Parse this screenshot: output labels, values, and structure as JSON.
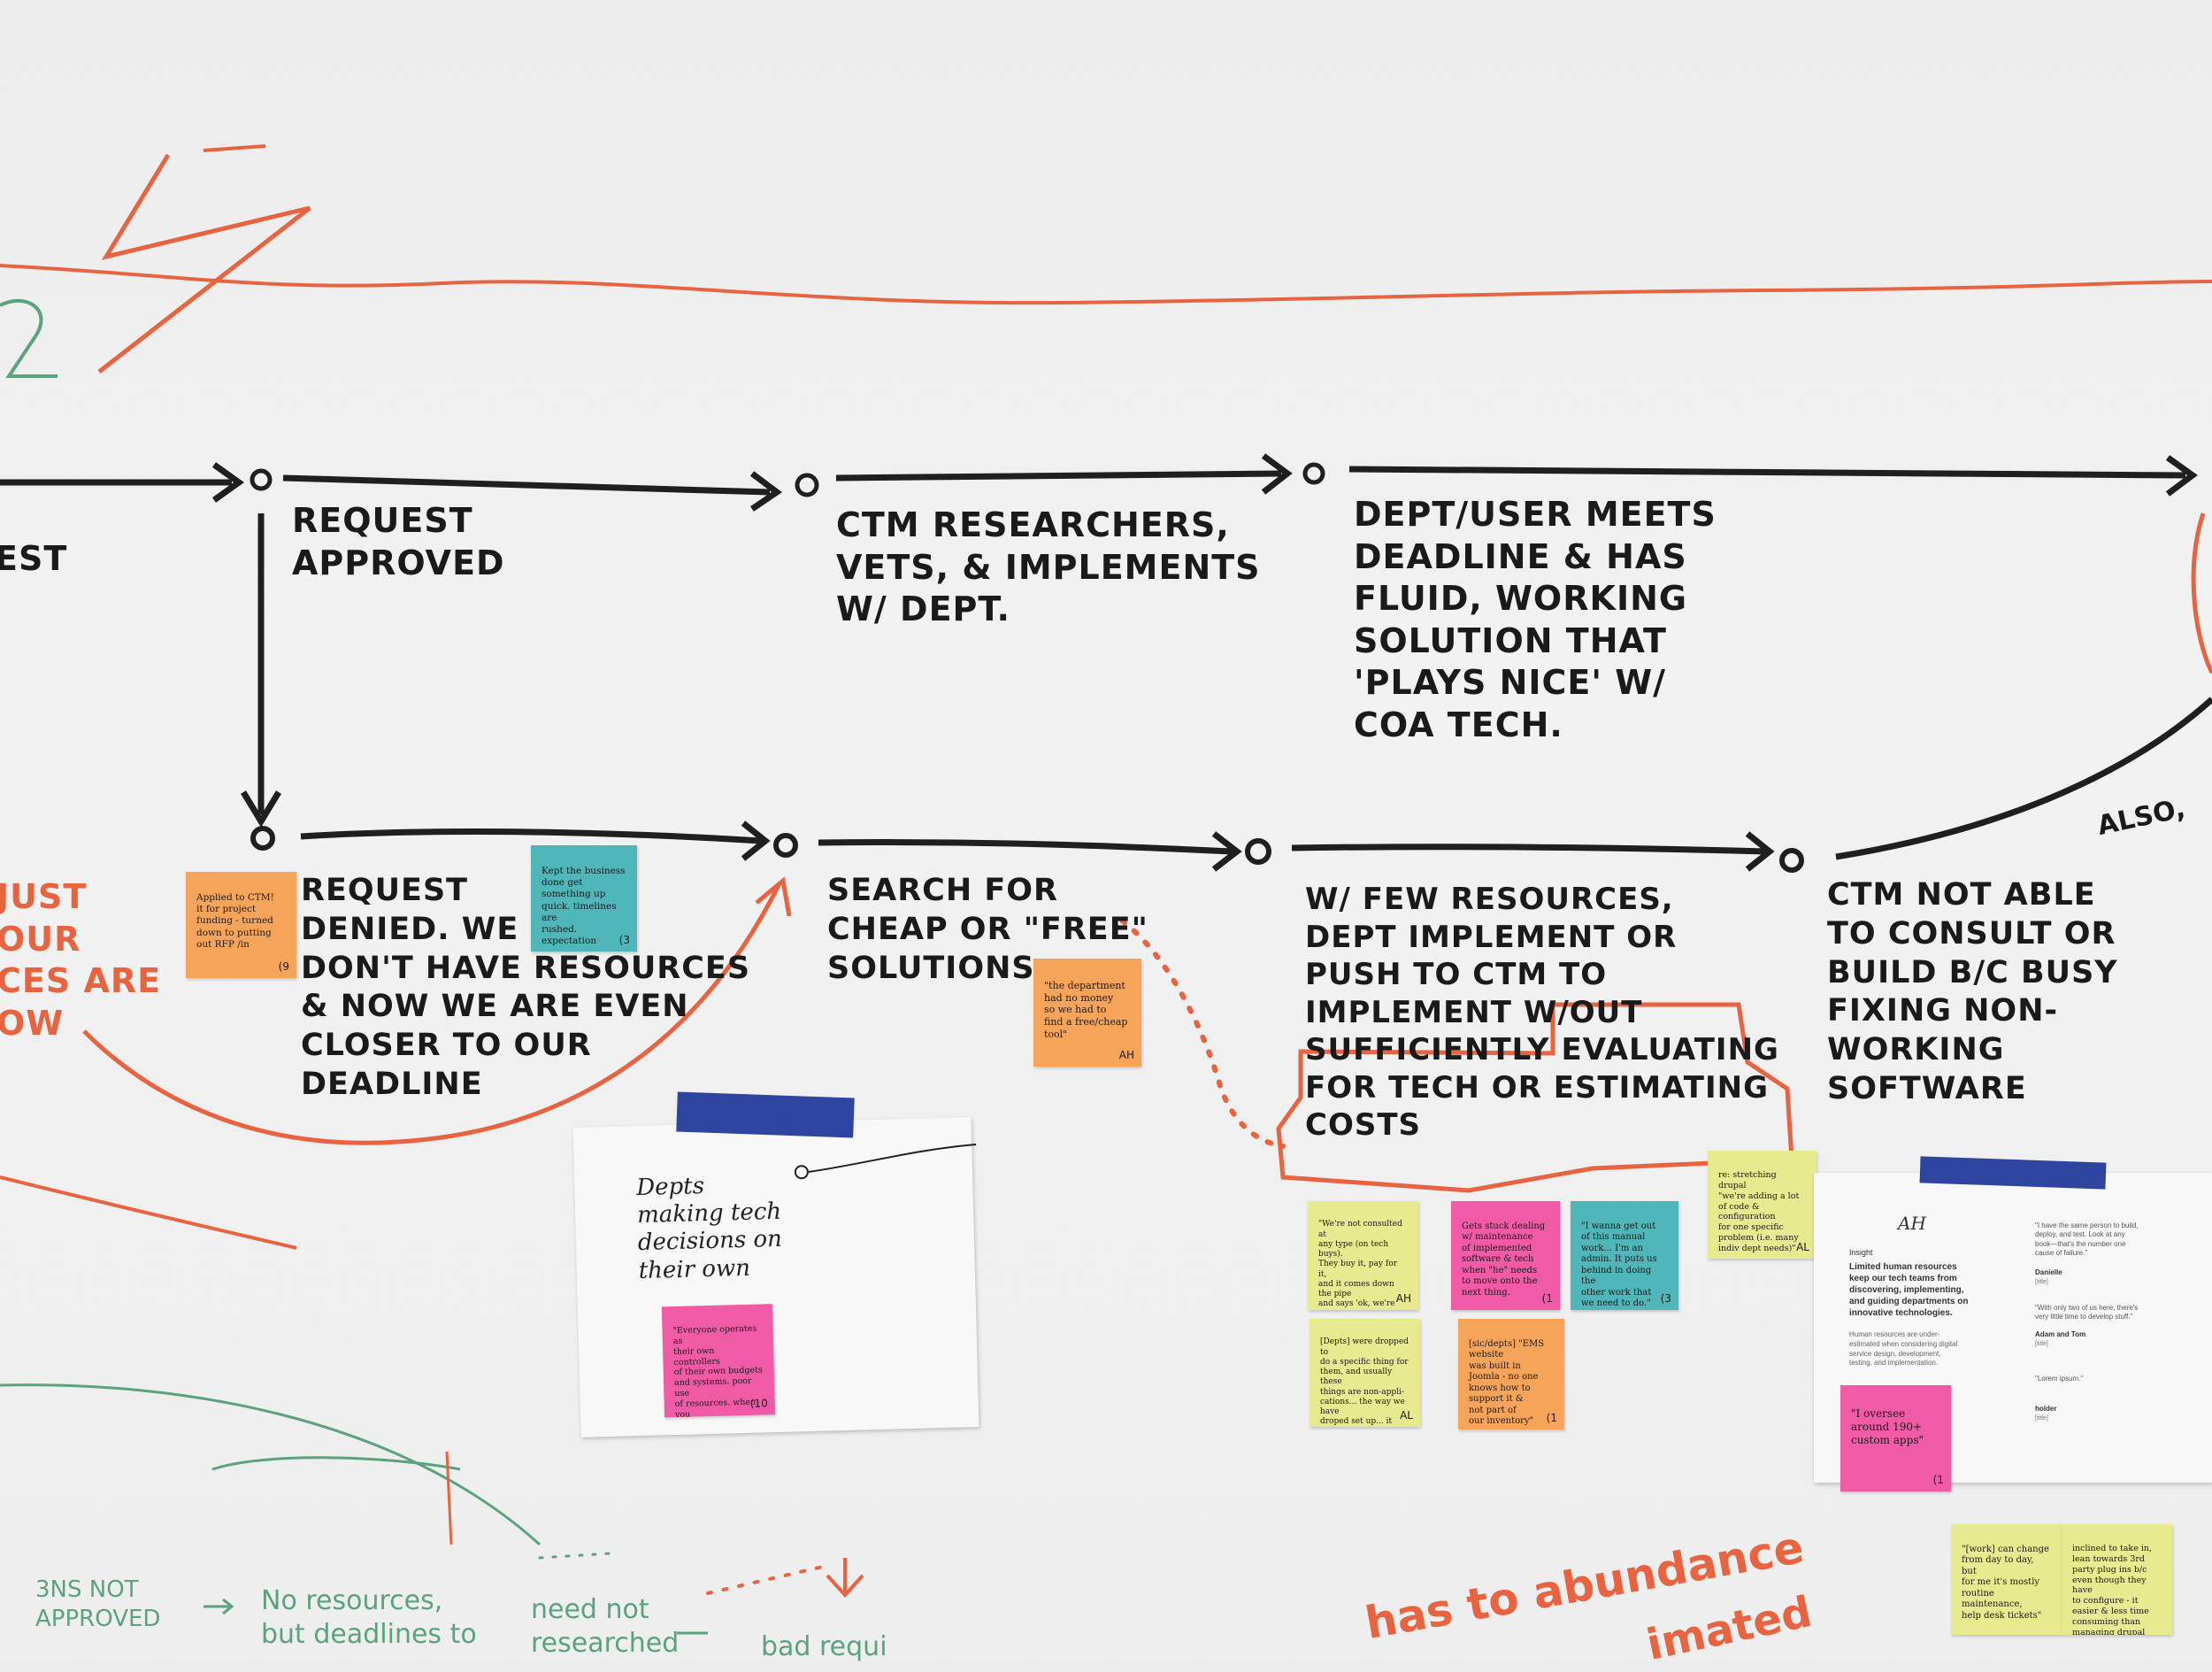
{
  "colors": {
    "marker_black": "#1f1f1f",
    "marker_red": "#e8633f",
    "marker_green": "#5aa37c",
    "sticky_orange": "#f6a45a",
    "sticky_teal": "#4fb6b9",
    "sticky_yellow": "#e7ea8e",
    "sticky_pink": "#f05aa6",
    "tape_blue": "#233a9a"
  },
  "top_row": {
    "partial_left": "EST",
    "step1": "REQUEST\nAPPROVED",
    "step2": "CTM RESEARCHERS,\nVETS, & IMPLEMENTS\nW/ DEPT.",
    "step3": "DEPT/USER MEETS\nDEADLINE & HAS\nFLUID, WORKING\nSOLUTION THAT\n'PLAYS NICE' W/\nCOA TECH."
  },
  "bottom_row": {
    "step1": "REQUEST\nDENIED. WE\nDON'T HAVE RESOURCES\n& NOW WE ARE EVEN\nCLOSER TO OUR\nDEADLINE",
    "step2": "SEARCH FOR\nCHEAP OR \"FREE\"\nSOLUTIONS",
    "step3": "W/ FEW RESOURCES,\nDEPT IMPLEMENT OR\nPUSH TO CTM TO\nIMPLEMENT W/OUT\nSUFFICIENTLY EVALUATING\nFOR TECH OR ESTIMATING\nCOSTS",
    "step4": "CTM NOT ABLE\nTO CONSULT OR\nBUILD B/C BUSY\nFIXING NON-\nWORKING\nSOFTWARE",
    "also": "ALSO,"
  },
  "left_red": "JUST\nOUR\nCES ARE\nOW",
  "bottom_green": {
    "item1": "3NS NOT\nAPPROVED",
    "item2": "No resources,\nbut deadlines to",
    "item3": "need not\nresearched",
    "item4": "bad requi"
  },
  "bottom_red": "has to   abundance",
  "bottom_red2": "imated",
  "stickies": {
    "s1": {
      "text": "Applied to CTM!\nit for project\nfunding - turned\ndown to putting\nout RFP /in",
      "initials": "(9"
    },
    "s2": {
      "text": "Kept the business\ndone get\nsomething up\nquick. timelines are\nrushed.\nexpectation",
      "initials": "(3"
    },
    "s3": {
      "text": "\"the department\nhad no money\nso we had to\nfind a free/cheap\ntool\"",
      "initials": "AH"
    },
    "s4": {
      "text": "\"Everyone operates as\ntheir own controllers\nof their own budgets\nand systems. poor use\nof resources. when you\nwrite your tech\ncheck... it's really hard\nto understand what\nthe benefit is\"",
      "initials": "(10"
    },
    "s5": {
      "text": "\"We're not consulted at\nany type (on tech buys).\nThey buy it, pay for it,\nand it comes down the pipe\nand says 'ok, we're doing\na press conference in a\nweek, help me get this\ninstalled' so we've got\nto find ways to make it\nplay nice\"",
      "initials": "AH"
    },
    "s6": {
      "text": "Gets stuck dealing\nw/ maintenance\nof implemented\nsoftware & tech\nwhen \"he\" needs\nto move onto the\nnext thing.",
      "initials": "(1"
    },
    "s7": {
      "text": "\"I wanna get out\nof this manual\nwork... I'm an\nadmin. It puts us\nbehind in doing the\nother work that\nwe need to do.\"",
      "initials": "(3"
    },
    "s8": {
      "text": "[Depts] were dropped to\ndo a specific thing for\nthem, and usually these\nthings are non-appli-\ncations... the way we have\ndroped set up... it shouldn't\nbe stretched out that\nway.",
      "initials": "AL"
    },
    "s9": {
      "text": "[sic/depts] \"EMS website\nwas built in\nJoomla - no one\nknows how to\nsupport it &\nnot part of\nour inventory\"",
      "initials": "(1"
    },
    "s10": {
      "text": "re: stretching drupal\n\"we're adding a lot\nof code & configuration\nfor one specific\nproblem (i.e. many\nindiv dept needs)\"",
      "initials": "AL"
    },
    "s11": {
      "text": "\"I oversee\naround 190+\ncustom apps\"",
      "initials": "(1"
    },
    "s12": {
      "text": "\"[work] can change\nfrom day to day, but\nfor me it's mostly\nroutine maintenance,\nhelp desk tickets\"",
      "initials": ""
    },
    "s13": {
      "text": "inclined to take in,\nlean towards 3rd\nparty plug ins b/c\neven though they have\nto configure - it\neasier & less time\nconsuming than\nmanaging drupal",
      "initials": ""
    }
  },
  "paper1": {
    "title": "Depts\nmaking tech\ndecisions on\ntheir own"
  },
  "paper2": {
    "initials": "AH",
    "label": "Insight",
    "headline": "Limited human resources\nkeep our tech teams from\ndiscovering, implementing,\nand guiding departments on\ninnovative technologies.",
    "body": "Human resources are under-\nestimated when considering digital\nservice design, development,\ntesting, and implementation.",
    "quote1": "\"I have the same person to build,\ndeploy, and test. Look at any\nbook—that's the number one\ncause of failure.\"",
    "name1": "Danielle",
    "role1": "[title]",
    "quote2": "\"With only two of us here, there's\nvery little time to develop stuff.\"",
    "name2": "Adam and Tom",
    "role2": "[title]",
    "quote3": "\"Lorem ipsum.\"",
    "name3": "holder",
    "role3": "[title]"
  }
}
